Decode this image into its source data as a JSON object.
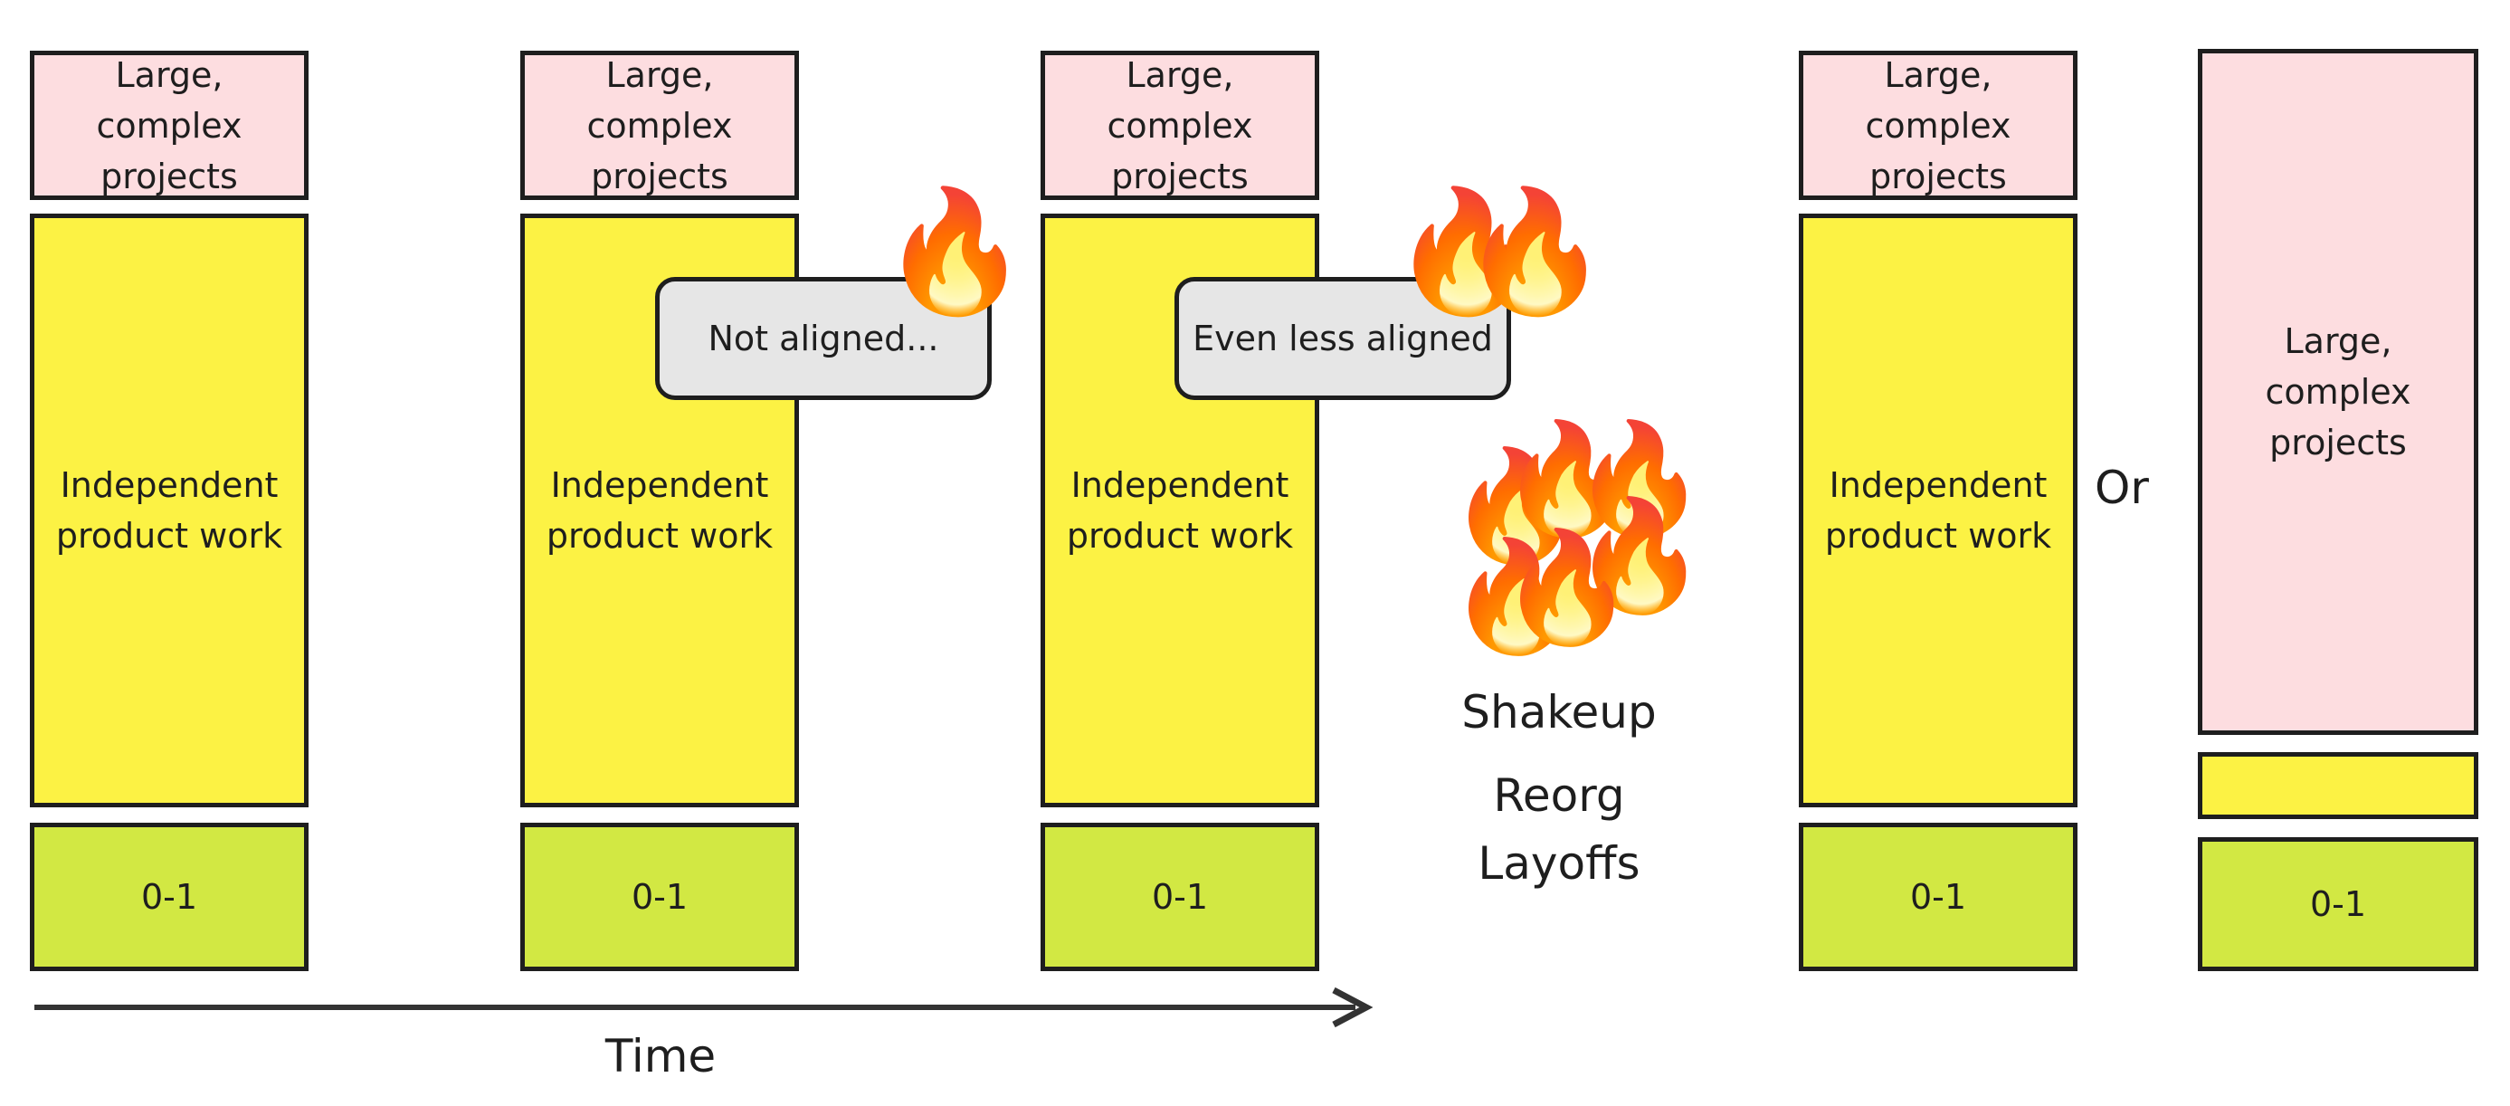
{
  "labels": {
    "large_projects": "Large, complex projects",
    "independent_work": "Independent product work",
    "zero_one": "0-1",
    "not_aligned": "Not aligned...",
    "even_less_aligned": "Even less aligned",
    "shakeup": "Shakeup",
    "reorg": "Reorg",
    "layoffs": "Layoffs",
    "or": "Or",
    "time": "Time"
  },
  "icons": {
    "fire": "🔥"
  },
  "colors": {
    "large_projects": "#fddde0",
    "independent_work": "#fcf244",
    "zero_one": "#d2e843",
    "bubble": "#e6e6e6",
    "stroke": "#1e1e1e"
  }
}
